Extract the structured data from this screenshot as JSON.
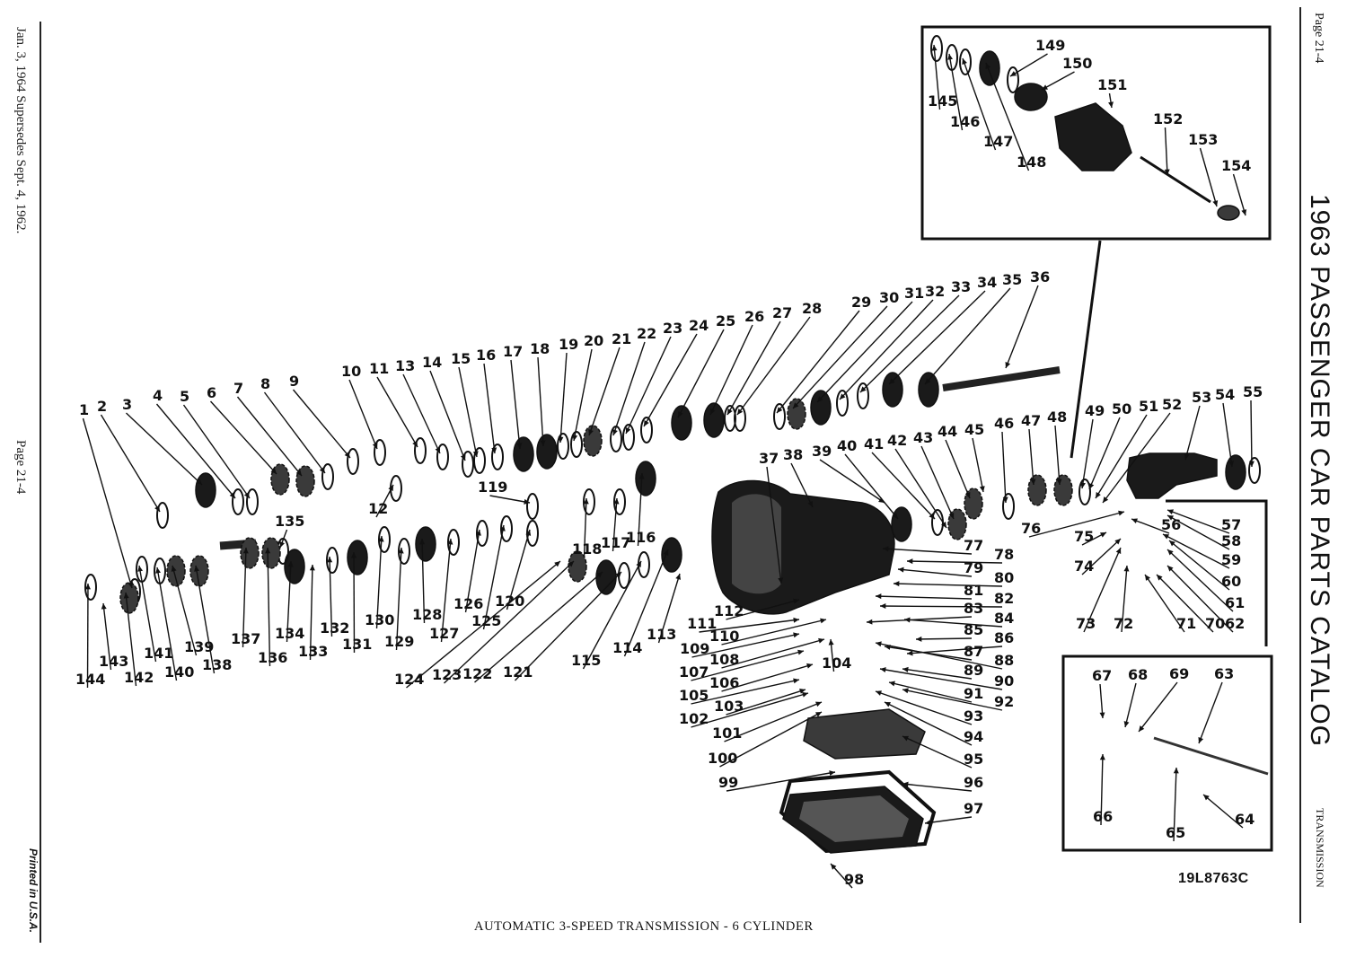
{
  "page": {
    "left_margin": {
      "revision_note": "Jan. 3, 1964 Supersedes Sept. 4, 1962.",
      "page_number": "Page 21-4",
      "printed": "Printed in U.S.A."
    },
    "right_margin": {
      "page_number": "Page 21-4",
      "catalog_title": "1963 PASSENGER CAR PARTS CATALOG",
      "section": "TRANSMISSION"
    },
    "caption": "AUTOMATIC 3-SPEED TRANSMISSION - 6 CYLINDER",
    "figure_code": "19L8763C"
  },
  "diagram": {
    "title": "Exploded view - automatic 3-speed transmission",
    "insets": [
      {
        "name": "upper-inset",
        "parts": [
          "145",
          "146",
          "147",
          "148",
          "149",
          "150",
          "151",
          "152",
          "153",
          "154"
        ]
      },
      {
        "name": "lower-inset",
        "parts": [
          "63",
          "64",
          "65",
          "66",
          "67",
          "68",
          "69"
        ]
      }
    ],
    "callouts": [
      "1",
      "2",
      "3",
      "4",
      "5",
      "6",
      "7",
      "8",
      "9",
      "10",
      "11",
      "12",
      "13",
      "14",
      "15",
      "16",
      "17",
      "18",
      "19",
      "20",
      "21",
      "22",
      "23",
      "24",
      "25",
      "26",
      "27",
      "28",
      "29",
      "30",
      "31",
      "32",
      "33",
      "34",
      "35",
      "36",
      "37",
      "38",
      "39",
      "40",
      "41",
      "42",
      "43",
      "44",
      "45",
      "46",
      "47",
      "48",
      "49",
      "50",
      "51",
      "52",
      "53",
      "54",
      "55",
      "56",
      "57",
      "58",
      "59",
      "60",
      "61",
      "62",
      "63",
      "64",
      "65",
      "66",
      "67",
      "68",
      "69",
      "70",
      "71",
      "72",
      "73",
      "74",
      "75",
      "76",
      "77",
      "78",
      "79",
      "80",
      "81",
      "82",
      "83",
      "84",
      "85",
      "86",
      "87",
      "88",
      "89",
      "90",
      "91",
      "92",
      "93",
      "94",
      "95",
      "96",
      "97",
      "98",
      "99",
      "100",
      "101",
      "102",
      "103",
      "104",
      "105",
      "106",
      "107",
      "108",
      "109",
      "110",
      "111",
      "112",
      "113",
      "114",
      "115",
      "116",
      "117",
      "118",
      "119",
      "120",
      "121",
      "122",
      "123",
      "124",
      "125",
      "126",
      "127",
      "128",
      "129",
      "130",
      "131",
      "132",
      "133",
      "134",
      "135",
      "136",
      "137",
      "138",
      "139",
      "140",
      "141",
      "142",
      "143",
      "144",
      "145",
      "146",
      "147",
      "148",
      "149",
      "150",
      "151",
      "152",
      "153",
      "154"
    ]
  }
}
